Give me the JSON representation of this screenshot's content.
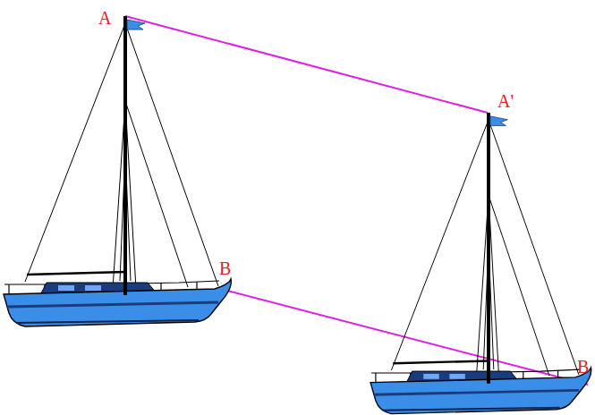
{
  "diagram": {
    "labels": [
      "A",
      "A'",
      "B",
      "B"
    ]
  }
}
